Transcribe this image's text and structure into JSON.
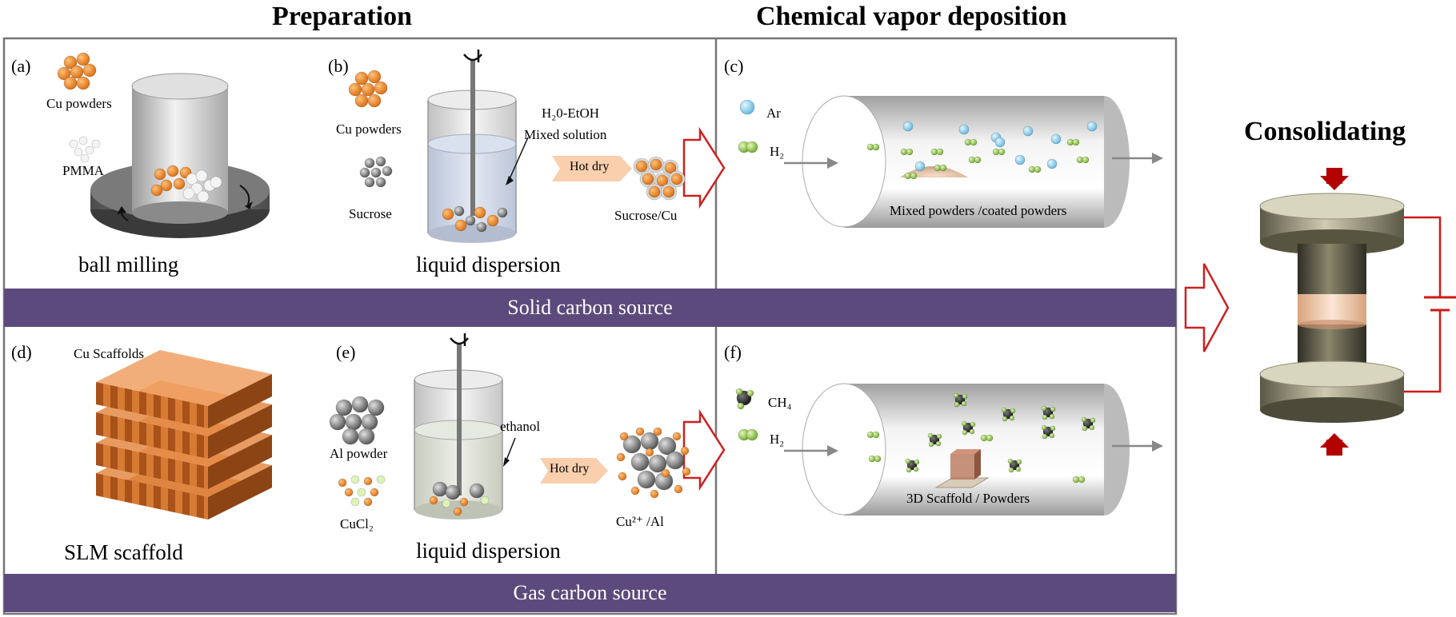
{
  "headings": {
    "preparation": "Preparation",
    "cvd": "Chemical vapor deposition",
    "consolidating": "Consolidating"
  },
  "bands": {
    "solid": "Solid carbon source",
    "gas": "Gas carbon source"
  },
  "panels": {
    "a": {
      "tag": "(a)",
      "cu_powders": "Cu powders",
      "pmma": "PMMA",
      "caption": "ball milling"
    },
    "b": {
      "tag": "(b)",
      "cu_powders": "Cu powders",
      "sucrose": "Sucrose",
      "mixed_solution_1": "H₂0-EtOH",
      "mixed_solution_2": "Mixed solution",
      "hot_dry": "Hot dry",
      "product": "Sucrose/Cu",
      "caption": "liquid dispersion"
    },
    "c": {
      "tag": "(c)",
      "gas1": "Ar",
      "gas2": "H₂",
      "content": "Mixed powders /coated powders"
    },
    "d": {
      "tag": "(d)",
      "title": "Cu Scaffolds",
      "caption": "SLM scaffold"
    },
    "e": {
      "tag": "(e)",
      "al_powder": "Al powder",
      "cucl2": "CuCl₂",
      "ethanol": "ethanol",
      "hot_dry": "Hot dry",
      "product": "Cu²⁺ /Al",
      "caption": "liquid dispersion"
    },
    "f": {
      "tag": "(f)",
      "gas1": "CH₄",
      "gas2": "H₂",
      "content": "3D Scaffold / Powders"
    }
  },
  "colors": {
    "band": "#5d4a7c",
    "copper": "#e87820",
    "arrow_outline": "#cc2222",
    "press_arrow": "#cc0000",
    "hydrogen": "#8bc34a",
    "argon": "#7cc6e8",
    "scaffold": "#c8641e"
  }
}
